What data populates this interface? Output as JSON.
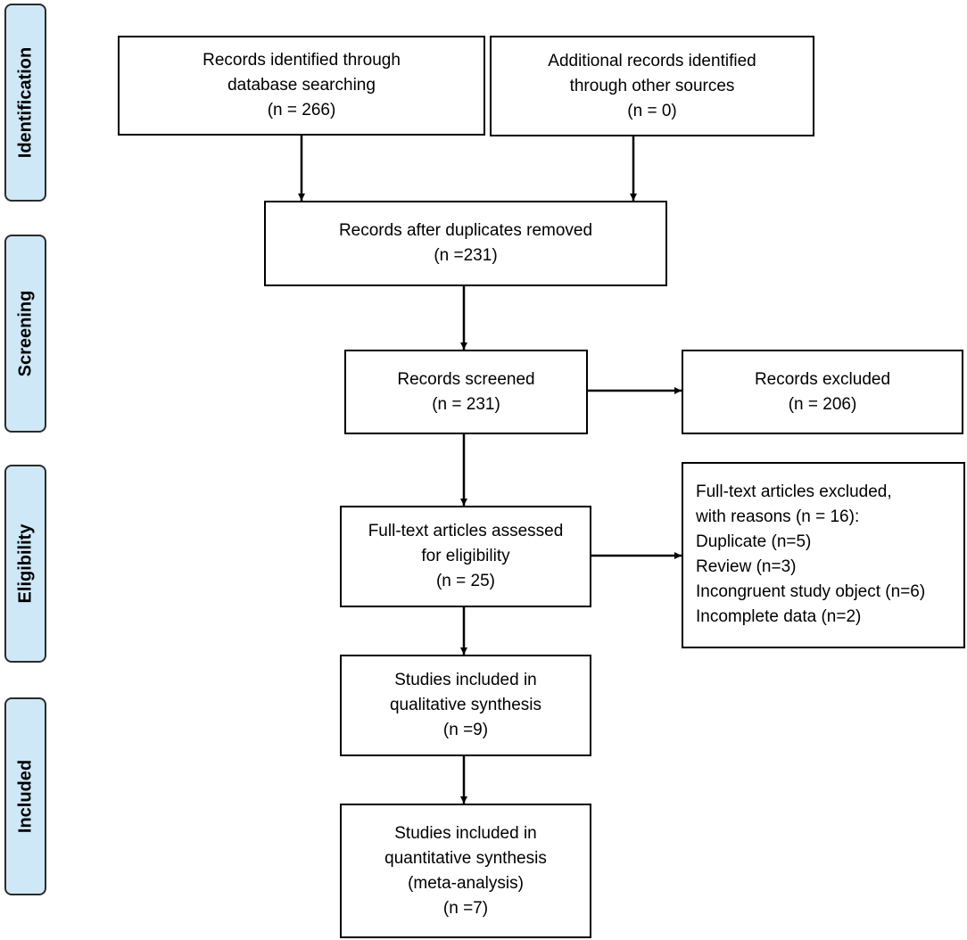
{
  "phases": {
    "identification": "Identification",
    "screening": "Screening",
    "eligibility": "Eligibility",
    "included": "Included"
  },
  "boxes": {
    "database_search": [
      "Records identified through",
      "database searching",
      "(n = 266)"
    ],
    "other_sources": [
      "Additional records identified",
      "through other sources",
      "(n = 0)"
    ],
    "duplicates_removed": [
      "Records after duplicates removed",
      "(n =231)"
    ],
    "records_screened": [
      "Records screened",
      "(n = 231)"
    ],
    "records_excluded": [
      "Records excluded",
      "(n = 206)"
    ],
    "fulltext_assessed": [
      "Full-text articles assessed",
      "for eligibility",
      "(n = 25)"
    ],
    "fulltext_excluded": [
      "Full-text articles excluded,",
      "with reasons (n = 16):",
      "Duplicate (n=5)",
      "Review (n=3)",
      "Incongruent study object (n=6)",
      "Incomplete data (n=2)"
    ],
    "qualitative": [
      "Studies included in",
      "qualitative synthesis",
      "(n =9)"
    ],
    "quantitative": [
      "Studies included in",
      "quantitative synthesis",
      "(meta-analysis)",
      "(n =7)"
    ]
  }
}
